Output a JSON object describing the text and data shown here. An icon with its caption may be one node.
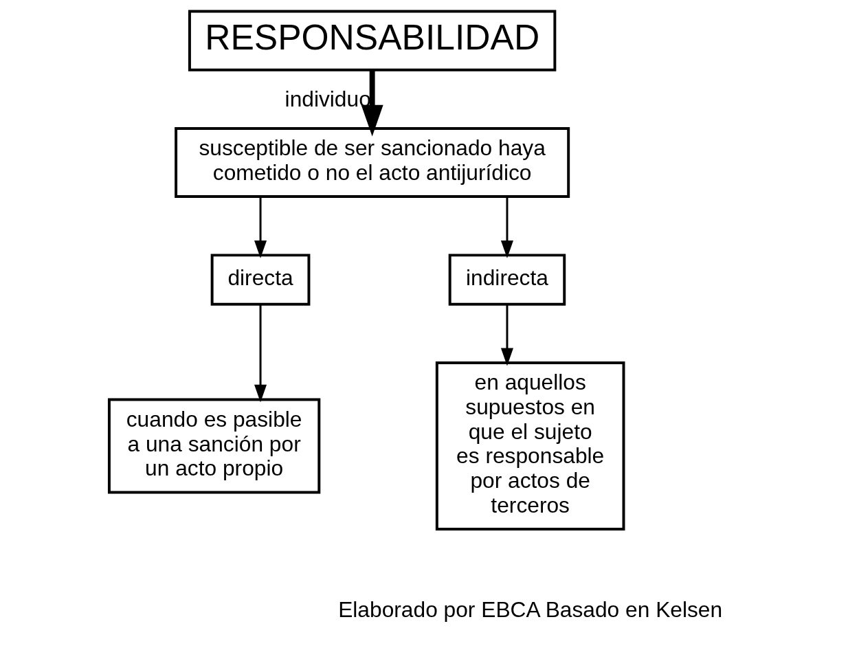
{
  "diagram": {
    "nodes": [
      {
        "text": [
          "RESPONSABILIDAD"
        ]
      },
      {
        "text": [
          "susceptible de ser sancionado haya cometido o no el acto antijurídico"
        ]
      },
      {
        "text": [
          "directa"
        ]
      },
      {
        "text": [
          "indirecta"
        ]
      },
      {
        "text": [
          "cuando es pasible a una sanción por un acto propio"
        ]
      },
      {
        "text": [
          "en aquellos supuestos en que el sujeto es responsable por actos de terceros"
        ]
      }
    ],
    "edges": [
      {
        "from": 0,
        "to": 1,
        "arrow": "to",
        "label": "individuo",
        "style": "thick"
      },
      {
        "from": 1,
        "to": 2,
        "arrow": "to"
      },
      {
        "from": 1,
        "to": 3,
        "arrow": "to"
      },
      {
        "from": 2,
        "to": 4,
        "arrow": "to"
      },
      {
        "from": 3,
        "to": 5,
        "arrow": "to"
      }
    ],
    "labels": [
      "Elaborado por EBCA Basado en Kelsen"
    ]
  }
}
